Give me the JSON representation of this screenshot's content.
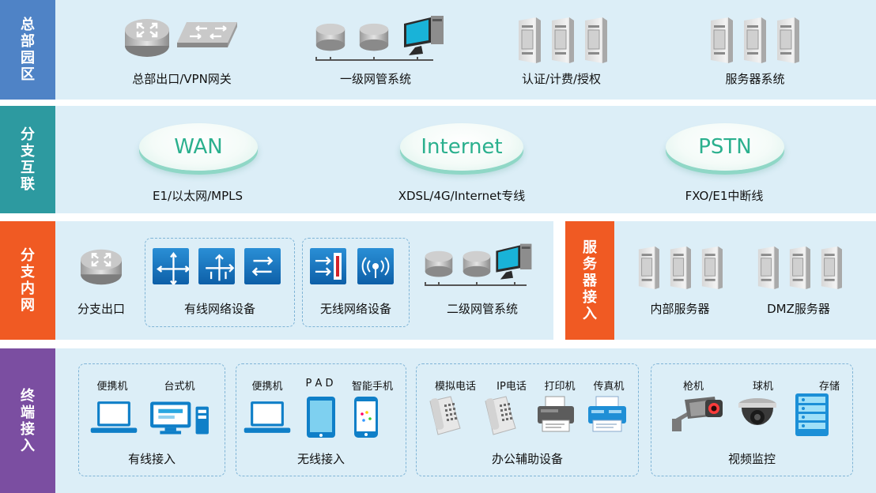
{
  "colors": {
    "row_bg": "#dceef7",
    "hq": "#4f83c6",
    "interconnect": "#2d9aa0",
    "branch": "#f05a23",
    "terminal": "#7b4ea1",
    "teal_text": "#2bb08e"
  },
  "row1": {
    "label": "总部园区",
    "items": [
      {
        "caption": "总部出口/VPN网关",
        "icons": [
          "router-icon",
          "switch-icon"
        ]
      },
      {
        "caption": "一级网管系统",
        "icons": [
          "database-icon",
          "database-icon",
          "monitor-icon"
        ]
      },
      {
        "caption": "认证/计费/授权",
        "icons": [
          "server-tower-icon",
          "server-tower-icon",
          "server-tower-icon"
        ]
      },
      {
        "caption": "服务器系统",
        "icons": [
          "server-tower-icon",
          "server-tower-icon",
          "server-tower-icon"
        ]
      }
    ]
  },
  "row2": {
    "label": "分支互联",
    "clouds": [
      {
        "name": "WAN",
        "caption": "E1/以太网/MPLS"
      },
      {
        "name": "Internet",
        "caption": "XDSL/4G/Internet专线"
      },
      {
        "name": "PSTN",
        "caption": "FXO/E1中断线"
      }
    ]
  },
  "row3": {
    "label": "分支内网",
    "branch_exit": "分支出口",
    "wired": "有线网络设备",
    "wireless": "无线网络设备",
    "nms2": "二级网管系统",
    "server_label": "服务器接入",
    "internal_servers": "内部服务器",
    "dmz_servers": "DMZ服务器"
  },
  "row4": {
    "label": "终端接入",
    "groups": [
      {
        "title": "有线接入",
        "devices": [
          "便携机",
          "台式机"
        ]
      },
      {
        "title": "无线接入",
        "devices": [
          "便携机",
          "P A D",
          "智能手机"
        ]
      },
      {
        "title": "办公辅助设备",
        "devices": [
          "模拟电话",
          "IP电话",
          "打印机",
          "传真机"
        ]
      },
      {
        "title": "视频监控",
        "devices": [
          "枪机",
          "球机",
          "存储"
        ]
      }
    ]
  }
}
